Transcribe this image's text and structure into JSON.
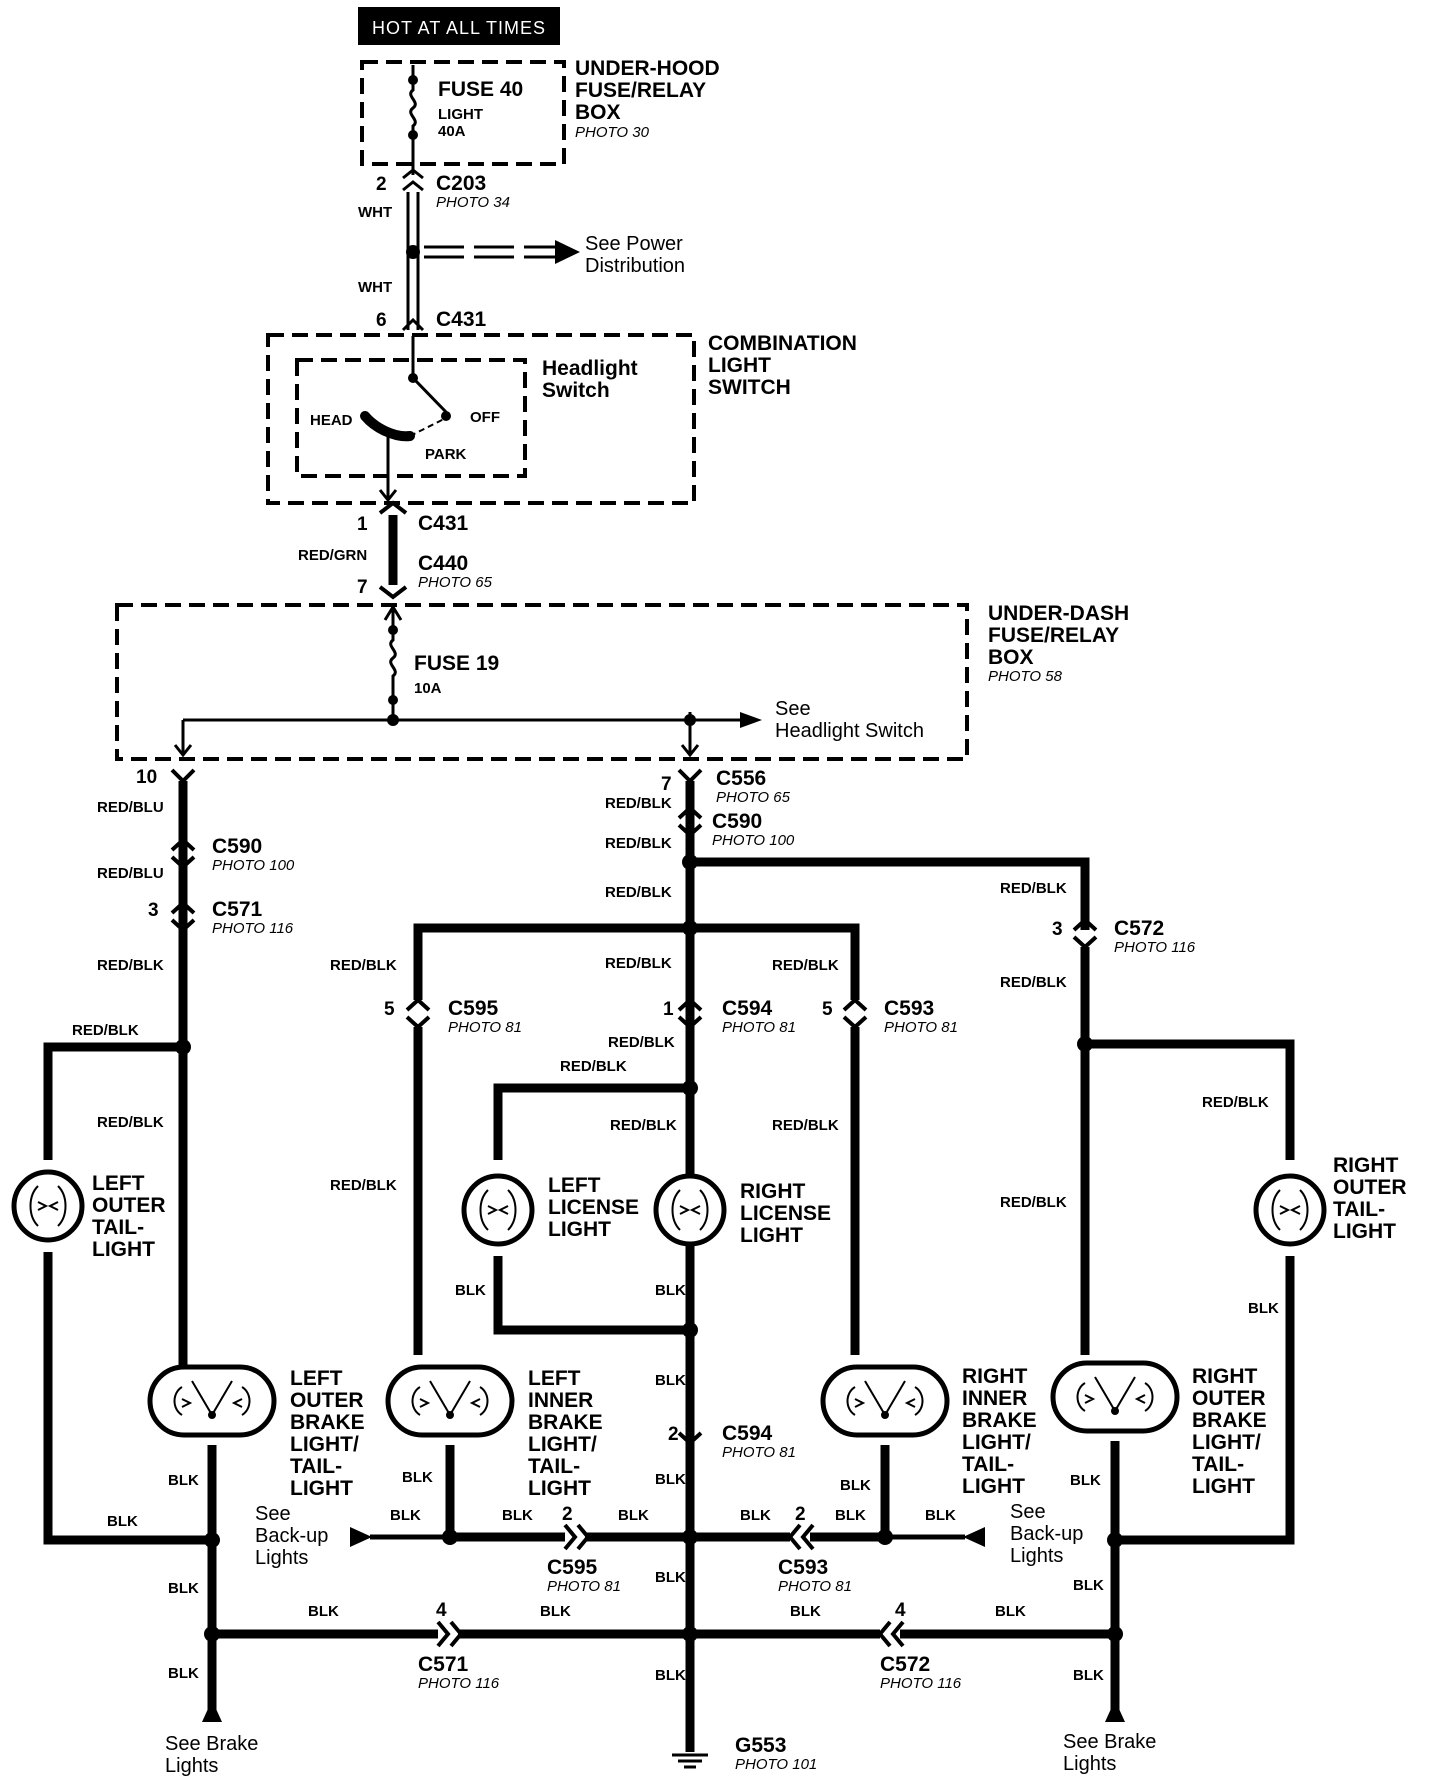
{
  "hot_label": "HOT AT ALL TIMES",
  "underhood_box": {
    "l1": "UNDER-HOOD",
    "l2": "FUSE/RELAY",
    "l3": "BOX",
    "photo": "PHOTO 30"
  },
  "fuse40": {
    "name": "FUSE 40",
    "sub1": "LIGHT",
    "sub2": "40A"
  },
  "c203": {
    "pin": "2",
    "name": "C203",
    "photo": "PHOTO 34",
    "wire": "WHT"
  },
  "see_power": {
    "l1": "See Power",
    "l2": "Distribution"
  },
  "wht2": "WHT",
  "c431_top": {
    "pin": "6",
    "name": "C431"
  },
  "combo_switch": {
    "l1": "COMBINATION",
    "l2": "LIGHT",
    "l3": "SWITCH"
  },
  "headlight_switch": {
    "l1": "Headlight",
    "l2": "Switch",
    "head": "HEAD",
    "off": "OFF",
    "park": "PARK"
  },
  "c431_bot": {
    "pin": "1",
    "name": "C431",
    "wire": "RED/GRN"
  },
  "c440": {
    "pin": "7",
    "name": "C440",
    "photo": "PHOTO 65"
  },
  "underdash_box": {
    "l1": "UNDER-DASH",
    "l2": "FUSE/RELAY",
    "l3": "BOX",
    "photo": "PHOTO 58"
  },
  "fuse19": {
    "name": "FUSE 19",
    "sub": "10A"
  },
  "see_headlight": {
    "l1": "See",
    "l2": "Headlight Switch"
  },
  "left_feed": {
    "pin": "10",
    "wire1": "RED/BLU",
    "c590": "C590",
    "c590_photo": "PHOTO 100",
    "wire2": "RED/BLU",
    "pin_c571": "3",
    "c571": "C571",
    "c571_photo": "PHOTO 116",
    "wire3": "RED/BLK",
    "wire4": "RED/BLK",
    "wire5": "RED/BLK"
  },
  "center_feed": {
    "pin": "7",
    "c556": "C556",
    "c556_photo": "PHOTO 65",
    "wire1": "RED/BLK",
    "c590": "C590",
    "c590_photo": "PHOTO 100",
    "wire2": "RED/BLK",
    "wire3": "RED/BLK",
    "wire4": "RED/BLK",
    "pin_c594": "1",
    "c594": "C594",
    "c594_photo": "PHOTO 81",
    "wire5": "RED/BLK",
    "wire6": "RED/BLK",
    "wire7": "RED/BLK"
  },
  "c595": {
    "pin": "5",
    "name": "C595",
    "photo": "PHOTO 81",
    "wire_top": "RED/BLK",
    "wire_mid": "RED/BLK"
  },
  "c593": {
    "pin": "5",
    "name": "C593",
    "photo": "PHOTO 81",
    "wire_top": "RED/BLK",
    "wire_mid": "RED/BLK"
  },
  "c572": {
    "pin": "3",
    "name": "C572",
    "photo": "PHOTO 116",
    "wire_top": "RED/BLK",
    "wire_mid": "RED/BLK",
    "wire_right": "RED/BLK",
    "wire_low": "RED/BLK"
  },
  "lamps": {
    "left_outer_tail": {
      "l1": "LEFT",
      "l2": "OUTER",
      "l3": "TAIL-",
      "l4": "LIGHT"
    },
    "left_license": {
      "l1": "LEFT",
      "l2": "LICENSE",
      "l3": "LIGHT"
    },
    "right_license": {
      "l1": "RIGHT",
      "l2": "LICENSE",
      "l3": "LIGHT"
    },
    "right_outer_tail": {
      "l1": "RIGHT",
      "l2": "OUTER",
      "l3": "TAIL-",
      "l4": "LIGHT"
    },
    "left_outer_brake": {
      "l1": "LEFT",
      "l2": "OUTER",
      "l3": "BRAKE",
      "l4": "LIGHT/",
      "l5": "TAIL-",
      "l6": "LIGHT"
    },
    "left_inner_brake": {
      "l1": "LEFT",
      "l2": "INNER",
      "l3": "BRAKE",
      "l4": "LIGHT/",
      "l5": "TAIL-",
      "l6": "LIGHT"
    },
    "right_inner_brake": {
      "l1": "RIGHT",
      "l2": "INNER",
      "l3": "BRAKE",
      "l4": "LIGHT/",
      "l5": "TAIL-",
      "l6": "LIGHT"
    },
    "right_outer_brake": {
      "l1": "RIGHT",
      "l2": "OUTER",
      "l3": "BRAKE",
      "l4": "LIGHT/",
      "l5": "TAIL-",
      "l6": "LIGHT"
    }
  },
  "ground_wires": {
    "blk": "BLK"
  },
  "c594_low": {
    "pin": "2",
    "name": "C594",
    "photo": "PHOTO 81"
  },
  "c595_low": {
    "pin": "2",
    "name": "C595",
    "photo": "PHOTO 81"
  },
  "c593_low": {
    "pin": "2",
    "name": "C593",
    "photo": "PHOTO 81"
  },
  "c571_low": {
    "pin": "4",
    "name": "C571",
    "photo": "PHOTO 116"
  },
  "c572_low": {
    "pin": "4",
    "name": "C572",
    "photo": "PHOTO 116"
  },
  "see_backup_left": {
    "l1": "See",
    "l2": "Back-up",
    "l3": "Lights"
  },
  "see_backup_right": {
    "l1": "See",
    "l2": "Back-up",
    "l3": "Lights"
  },
  "see_brake_left": {
    "l1": "See Brake",
    "l2": "Lights"
  },
  "see_brake_right": {
    "l1": "See Brake",
    "l2": "Lights"
  },
  "g553": {
    "name": "G553",
    "photo": "PHOTO 101"
  }
}
